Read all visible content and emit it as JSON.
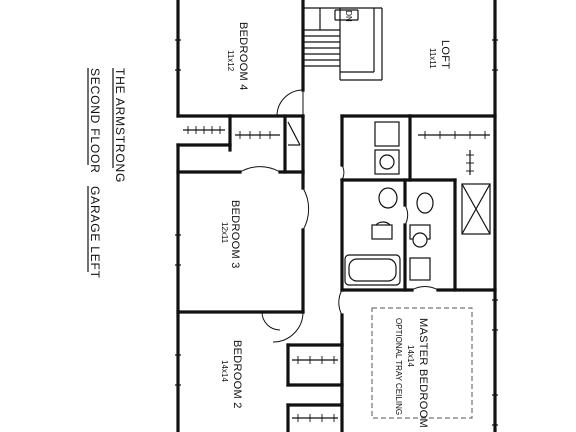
{
  "title": {
    "line1": "THE ARMSTRONG",
    "line2": "SECOND FLOOR",
    "line3": "GARAGE LEFT"
  },
  "rooms": {
    "bedroom4": {
      "name": "BEDROOM 4",
      "dims": "11x12"
    },
    "loft": {
      "name": "LOFT",
      "dims": "11x11"
    },
    "bedroom3": {
      "name": "BEDROOM 3",
      "dims": "12x11"
    },
    "bedroom2": {
      "name": "BEDROOM 2",
      "dims": "14x14"
    },
    "master": {
      "name": "MASTER BEDROOM",
      "dims": "14x14",
      "note": "OPTIONAL TRAY CEILING"
    }
  },
  "stair_label": "DN"
}
